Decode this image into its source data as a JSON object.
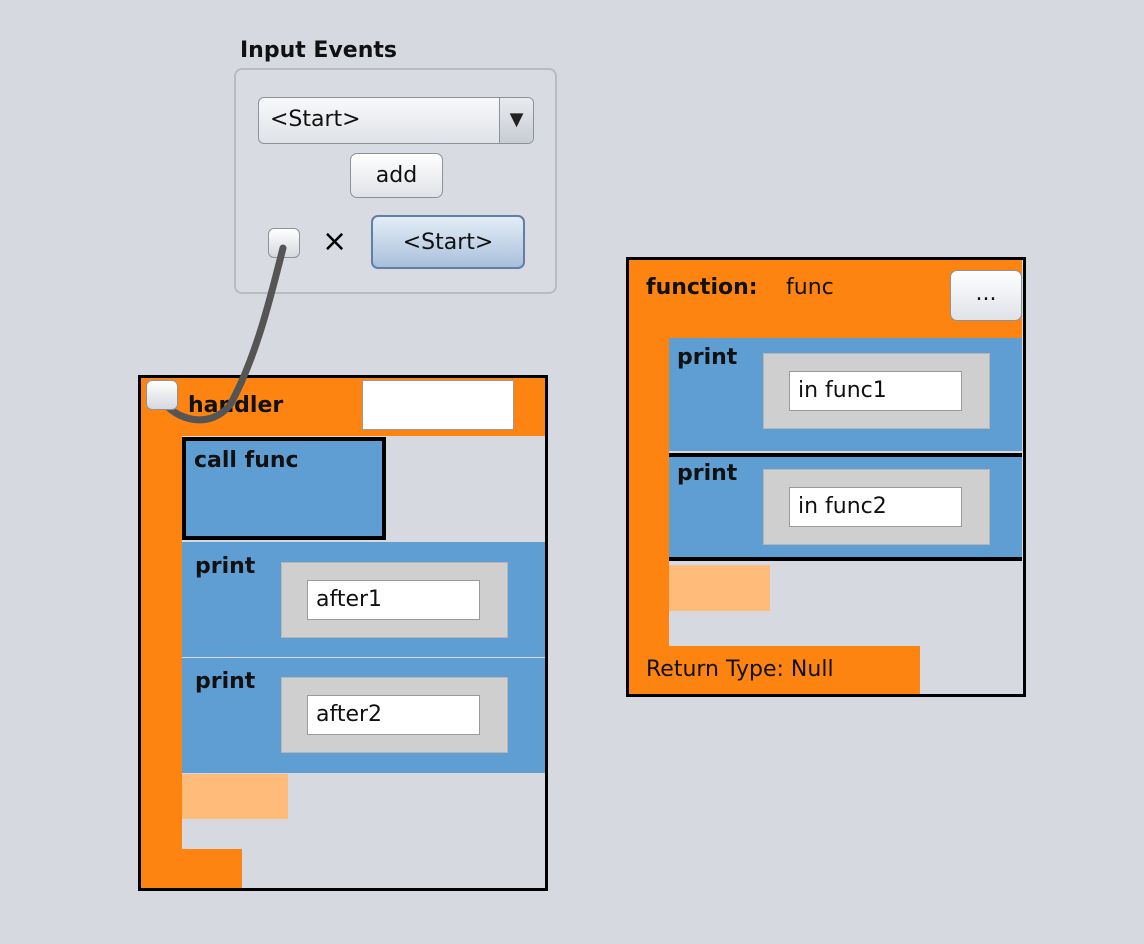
{
  "input_events": {
    "title": "Input Events",
    "combo_value": "<Start>",
    "combo_arrow": "▼",
    "add_label": "add",
    "remove_icon": "×",
    "event_button_label": "<Start>"
  },
  "handler": {
    "label": "handler",
    "name_value": "",
    "statements": [
      {
        "keyword": "call func"
      },
      {
        "keyword": "print",
        "value": "after1"
      },
      {
        "keyword": "print",
        "value": "after2"
      }
    ]
  },
  "function": {
    "label": "function:",
    "name": "func",
    "more_label": "...",
    "statements": [
      {
        "keyword": "print",
        "value": "in func1"
      },
      {
        "keyword": "print",
        "value": "in func2"
      }
    ],
    "return_type": "Return Type: Null"
  },
  "colors": {
    "block_orange": "#fe8411",
    "statement_blue": "#5e9ed3",
    "placeholder_peach": "#ffbb7a",
    "background": "#d6d9e0"
  }
}
